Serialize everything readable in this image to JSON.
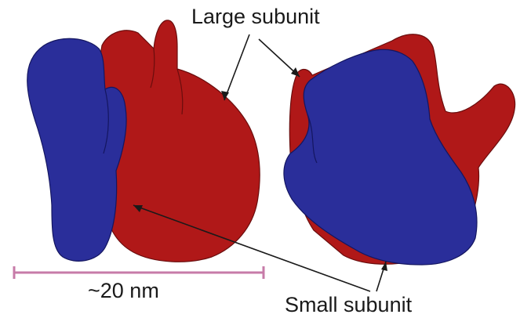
{
  "labels": {
    "large_subunit": "Large subunit",
    "small_subunit": "Small subunit",
    "scale": "~20 nm"
  },
  "colors": {
    "large_subunit": "#b01818",
    "small_subunit": "#2a2e9a",
    "scale_bar": "#c77ba8",
    "pointer_line": "#1a1a1a",
    "background": "#ffffff"
  }
}
